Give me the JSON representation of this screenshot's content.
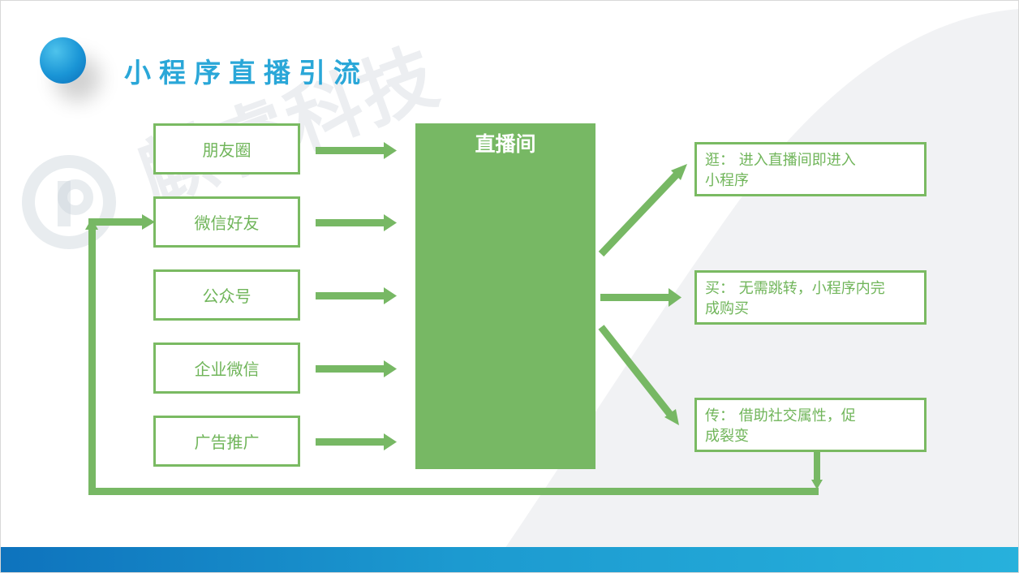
{
  "title": "小程序直播引流",
  "watermark": "麒睿科技",
  "sources": [
    "朋友圈",
    "微信好友",
    "公众号",
    "企业微信",
    "广告推广"
  ],
  "center_label": "直播间",
  "outputs": [
    {
      "line1": "逛： 进入直播间即进入",
      "line2": "小程序"
    },
    {
      "line1": "买： 无需跳转，小程序内完",
      "line2": "成购买"
    },
    {
      "line1": "传： 借助社交属性，促",
      "line2": "成裂变"
    }
  ],
  "colors": {
    "accent_green": "#77b864",
    "text_green": "#70b55a",
    "title_blue": "#2aa7d8",
    "bar_blue": "#1c9ad0"
  }
}
